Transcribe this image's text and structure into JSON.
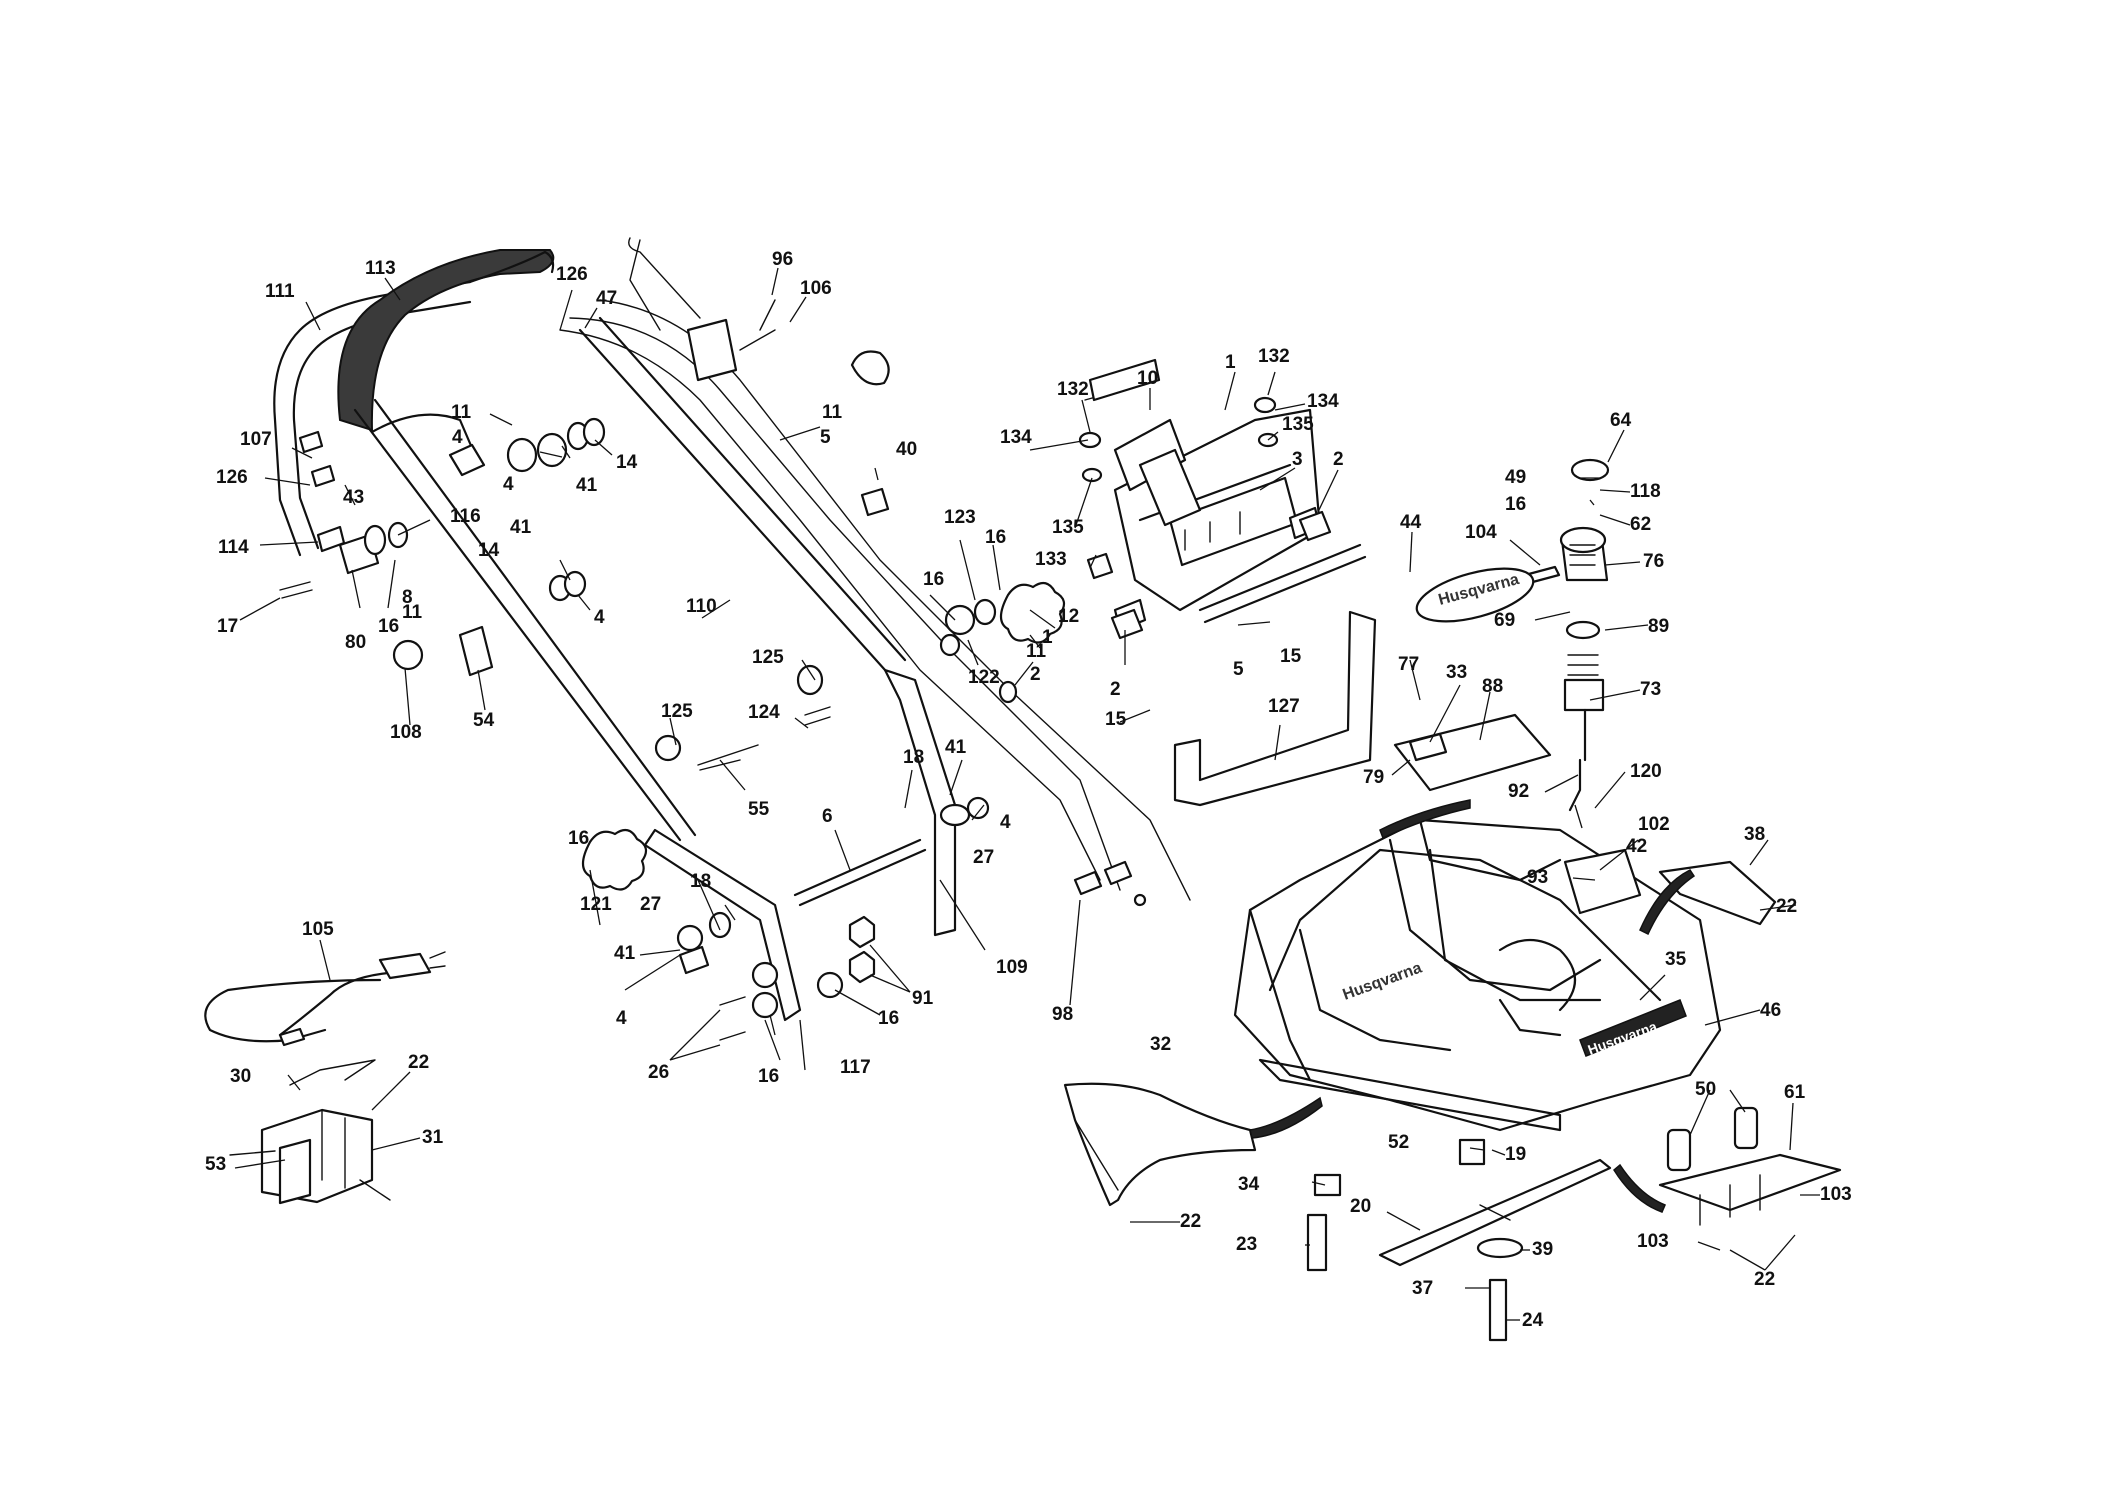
{
  "labels": {
    "l96": "96",
    "l106": "106",
    "l111": "111",
    "l113": "113",
    "l126a": "126",
    "l47": "47",
    "l11a": "11",
    "l5a": "5",
    "l11b": "11",
    "l4a": "4",
    "l107": "107",
    "l126b": "126",
    "l43": "43",
    "l4b": "4",
    "l41a": "41",
    "l14a": "14",
    "l40": "40",
    "l116": "116",
    "l41b": "41",
    "l14b": "14",
    "l4c": "4",
    "l114": "114",
    "l17": "17",
    "l80": "80",
    "l16a": "16",
    "l11c": "11",
    "l110": "110",
    "l108": "108",
    "l8": "8",
    "l54": "54",
    "l123": "123",
    "l16b": "16",
    "l16c": "16",
    "l12": "12",
    "l1a": "1",
    "l122": "122",
    "l11d": "11",
    "l2a": "2",
    "l125a": "125",
    "l124": "124",
    "l125b": "125",
    "l55": "55",
    "l18a": "18",
    "l41c": "41",
    "l4d": "4",
    "l27a": "27",
    "l16d": "16",
    "l121": "121",
    "l6": "6",
    "l109": "109",
    "l18b": "18",
    "l27b": "27",
    "l41d": "41",
    "l4e": "4",
    "l91": "91",
    "l16e": "16",
    "l26": "26",
    "l16f": "16",
    "l117": "117",
    "l98": "98",
    "l105": "105",
    "l30": "30",
    "l22a": "22",
    "l31": "31",
    "l53": "53",
    "l10": "10",
    "l1b": "1",
    "l132a": "132",
    "l132b": "132",
    "l134a": "134",
    "l134b": "134",
    "l135a": "135",
    "l3": "3",
    "l2b": "2",
    "l135b": "135",
    "l133": "133",
    "l2c": "2",
    "l5b": "5",
    "l15a": "15",
    "l127": "127",
    "l15b": "15",
    "l44": "44",
    "l104": "104",
    "l64": "64",
    "l49": "49",
    "l118": "118",
    "l16g": "16",
    "l62": "62",
    "l76": "76",
    "l69": "69",
    "l89": "89",
    "l77": "77",
    "l33": "33",
    "l88": "88",
    "l79": "79",
    "l73": "73",
    "l92": "92",
    "l120": "120",
    "l102": "102",
    "l38": "38",
    "l93": "93",
    "l42": "42",
    "l22b": "22",
    "l35": "35",
    "l46": "46",
    "l32": "32",
    "l52": "52",
    "l19": "19",
    "l50": "50",
    "l61": "61",
    "l34": "34",
    "l22c": "22",
    "l20": "20",
    "l103a": "103",
    "l23": "23",
    "l39": "39",
    "l103b": "103",
    "l22d": "22",
    "l37": "37",
    "l24": "24"
  },
  "brand_marks": {
    "deck_brand": "Husqvarna",
    "deck_badge": "Husqvarna",
    "decal_brand": "Husqvarna"
  }
}
